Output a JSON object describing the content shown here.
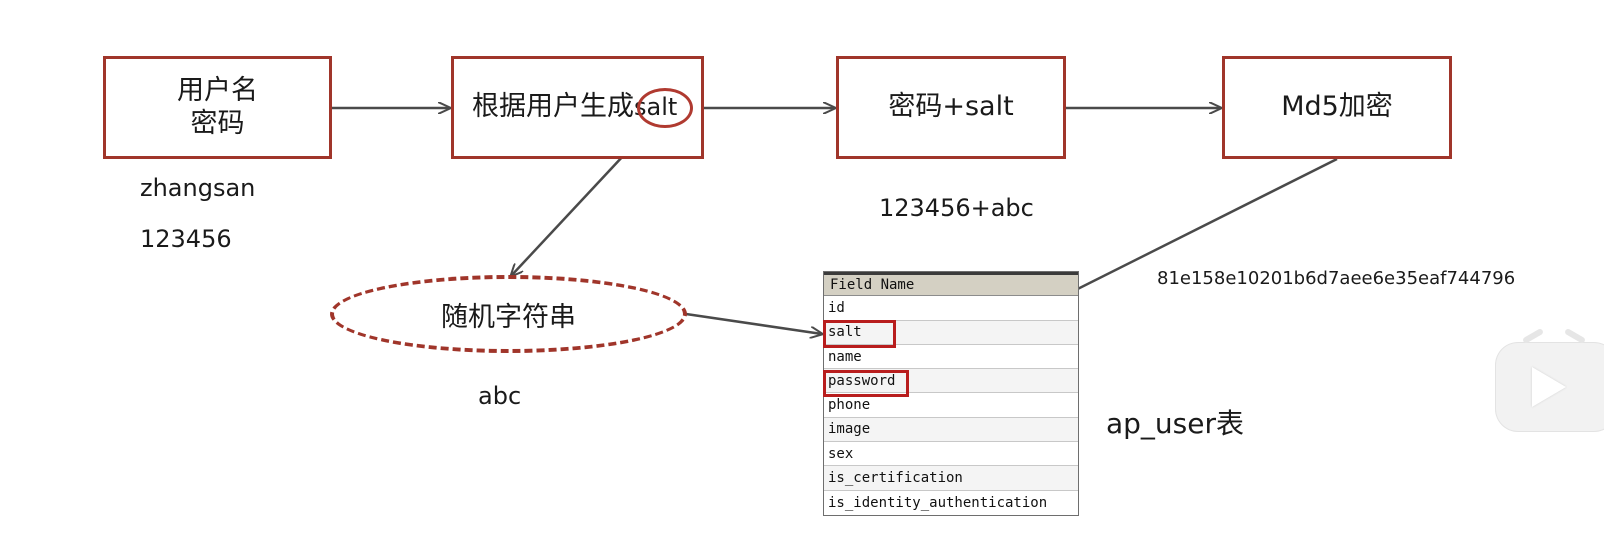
{
  "flow": {
    "box_user_line1": "用户名",
    "box_user_line2": "密码",
    "box_salt_prefix": "根据用户生成",
    "box_salt_word": "salt",
    "box_concat": "密码+salt",
    "box_md5": "Md5加密",
    "random_string": "随机字符串"
  },
  "examples": {
    "username": "zhangsan",
    "password": "123456",
    "salt_value": "abc",
    "concat_value": "123456+abc",
    "hash_value": "81e158e10201b6d7aee6e35eaf744796"
  },
  "table": {
    "header": "Field Name",
    "fields": [
      "id",
      "salt",
      "name",
      "password",
      "phone",
      "image",
      "sex",
      "is_certification",
      "is_identity_authentication"
    ],
    "caption": "ap_user表"
  },
  "colors": {
    "box_border": "#a0352a",
    "highlight": "#b81d1d",
    "arrow": "#4a4a4a"
  },
  "icons": {
    "play_widget": "play-icon"
  }
}
